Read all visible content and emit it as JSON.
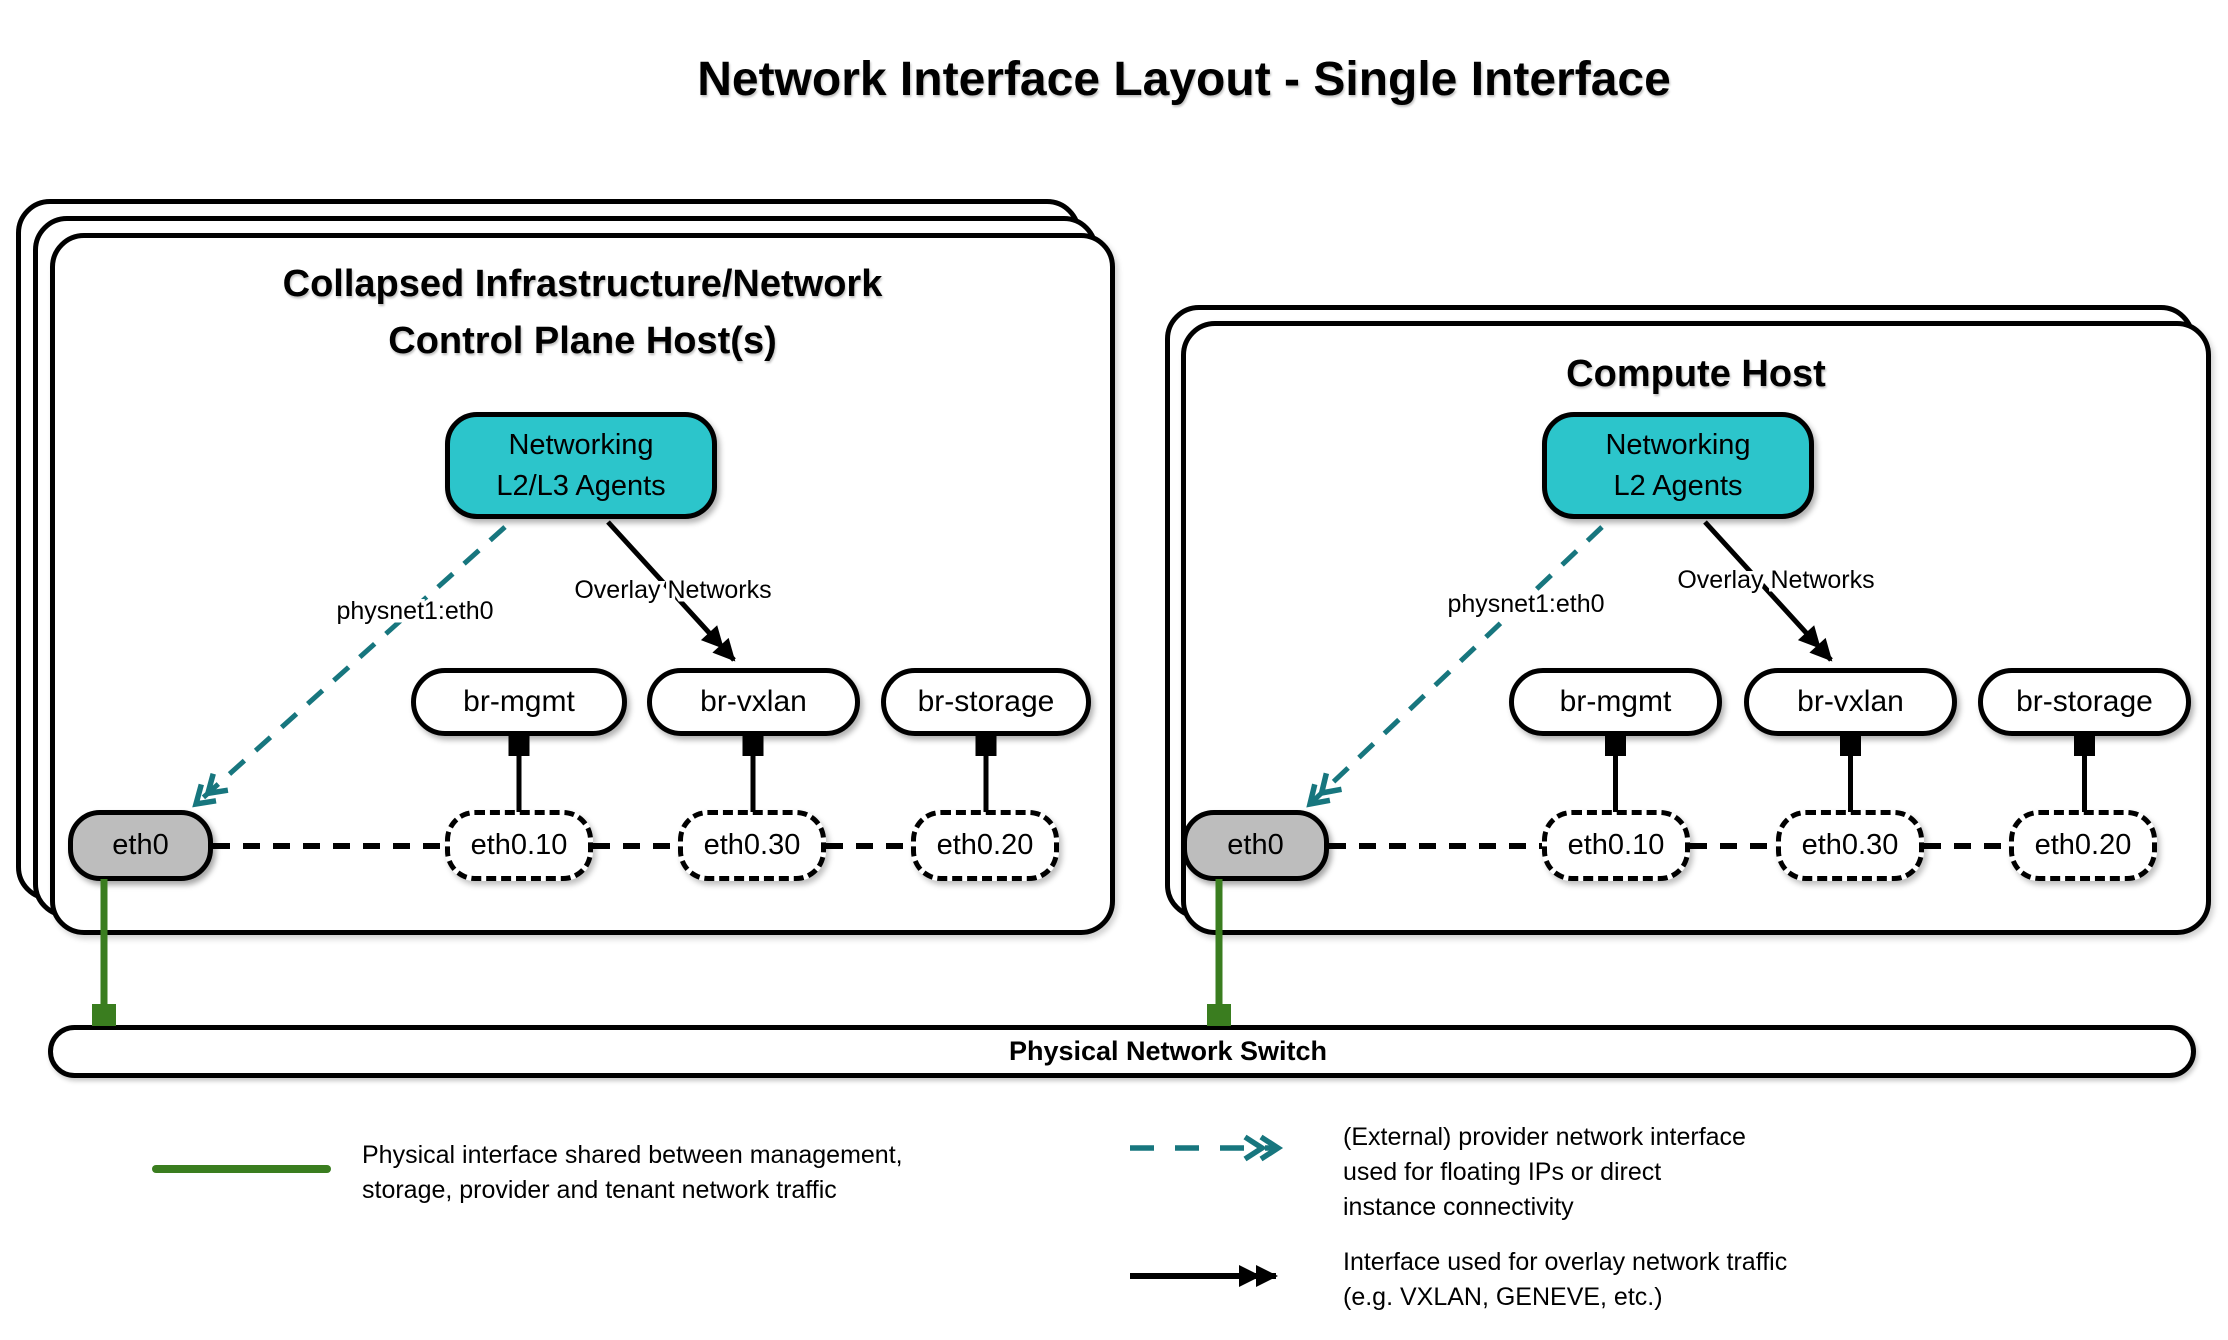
{
  "title": "Network Interface Layout - Single Interface",
  "hosts": [
    {
      "title1": "Collapsed Infrastructure/Network",
      "title2": "Control Plane Host(s)",
      "agent1": "Networking",
      "agent2": "L2/L3 Agents",
      "physnet": "physnet1:eth0",
      "overlay": "Overlay Networks",
      "bridges": [
        "br-mgmt",
        "br-vxlan",
        "br-storage"
      ],
      "eth": "eth0",
      "vlans": [
        "eth0.10",
        "eth0.30",
        "eth0.20"
      ]
    },
    {
      "title1": "Compute Host",
      "agent1": "Networking",
      "agent2": "L2 Agents",
      "physnet": "physnet1:eth0",
      "overlay": "Overlay Networks",
      "bridges": [
        "br-mgmt",
        "br-vxlan",
        "br-storage"
      ],
      "eth": "eth0",
      "vlans": [
        "eth0.10",
        "eth0.30",
        "eth0.20"
      ]
    }
  ],
  "switch_label": "Physical Network Switch",
  "legend": {
    "physical": {
      "line1": "Physical interface shared between management,",
      "line2": "storage, provider and tenant network traffic"
    },
    "provider": {
      "line1": "(External) provider network interface",
      "line2": "used for floating IPs or direct",
      "line3": "instance connectivity"
    },
    "overlay": {
      "line1": "Interface used for overlay network traffic",
      "line2": "(e.g. VXLAN, GENEVE, etc.)"
    }
  },
  "colors": {
    "teal_fill": "#2cc5cb",
    "teal_stroke": "#17767e",
    "green": "#3a7d1f",
    "gray_fill": "#bdbdbd",
    "black": "#000000"
  }
}
